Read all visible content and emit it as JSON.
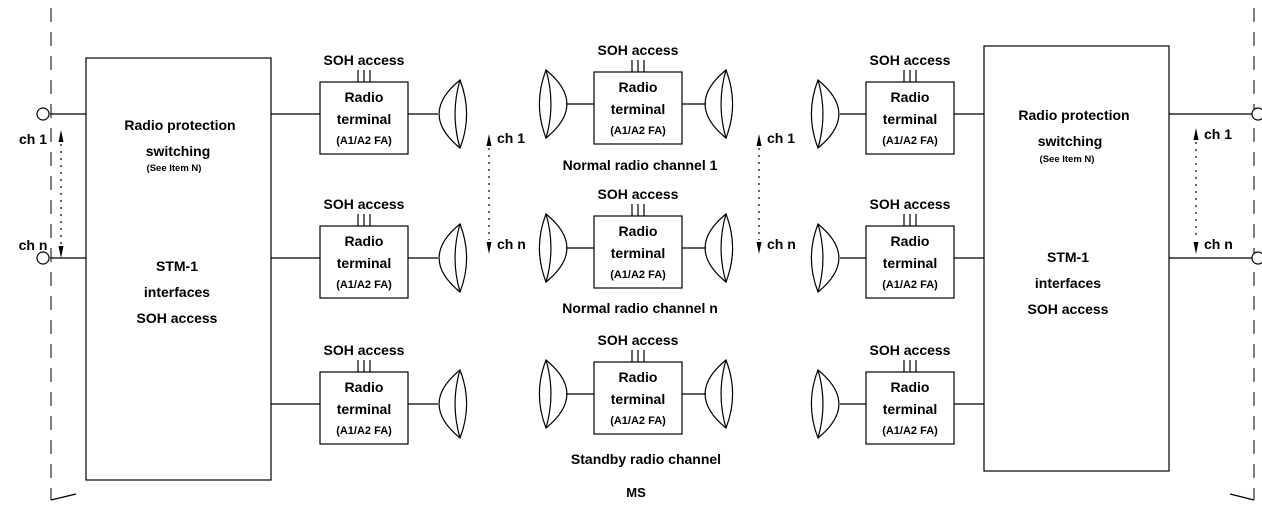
{
  "left_switch": {
    "title_line1": "Radio protection",
    "title_line2": "switching",
    "note": "(See Item N)",
    "iface_line1": "STM-1",
    "iface_line2": "interfaces",
    "iface_line3": "SOH access"
  },
  "right_switch": {
    "title_line1": "Radio protection",
    "title_line2": "switching",
    "note": "(See Item N)",
    "iface_line1": "STM-1",
    "iface_line2": "interfaces",
    "iface_line3": "SOH access"
  },
  "terminal": {
    "soh_label": "SOH access",
    "line1": "Radio",
    "line2": "terminal",
    "line3": "(A1/A2 FA)"
  },
  "channels": {
    "first": "ch 1",
    "last": "ch n"
  },
  "channel_labels": {
    "row1": "Normal radio channel 1",
    "row2": "Normal radio channel n",
    "row3": "Standby radio channel"
  },
  "section_label": "MS"
}
